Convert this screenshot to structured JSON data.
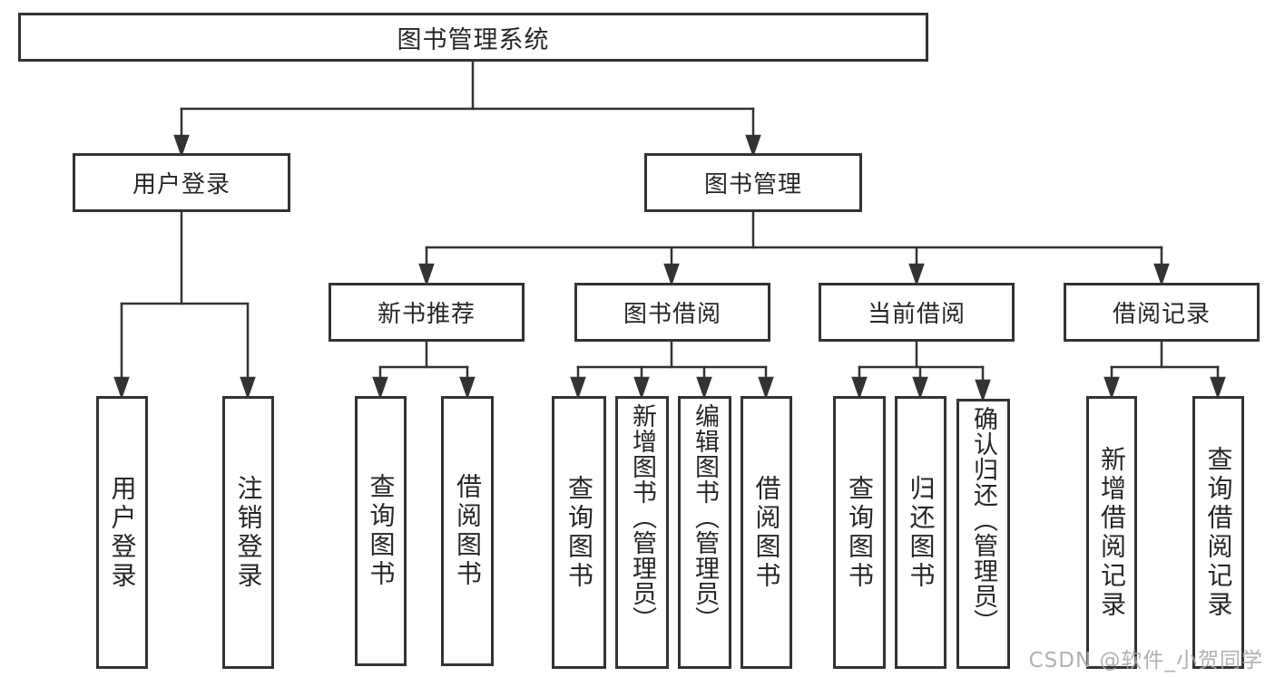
{
  "tree": {
    "root": {
      "label": "图书管理系统"
    },
    "branches": [
      {
        "label": "用户登录",
        "children": [
          {
            "label": "用户登录"
          },
          {
            "label": "注销登录"
          }
        ]
      },
      {
        "label": "图书管理",
        "children": [
          {
            "label": "新书推荐",
            "children": [
              {
                "label": "查询图书"
              },
              {
                "label": "借阅图书"
              }
            ]
          },
          {
            "label": "图书借阅",
            "children": [
              {
                "label": "查询图书"
              },
              {
                "label": "新增图书（管理员）"
              },
              {
                "label": "编辑图书（管理员）"
              },
              {
                "label": "借阅图书"
              }
            ]
          },
          {
            "label": "当前借阅",
            "children": [
              {
                "label": "查询图书"
              },
              {
                "label": "归还图书"
              },
              {
                "label": "确认归还（管理员）"
              }
            ]
          },
          {
            "label": "借阅记录",
            "children": [
              {
                "label": "新增借阅记录"
              },
              {
                "label": "查询借阅记录"
              }
            ]
          }
        ]
      }
    ]
  },
  "watermark": {
    "text": "CSDN @软件_小贺同学"
  },
  "colors": {
    "line": "#333333",
    "text": "#262626",
    "watermark": "#a8a8a8",
    "background": "#ffffff"
  }
}
